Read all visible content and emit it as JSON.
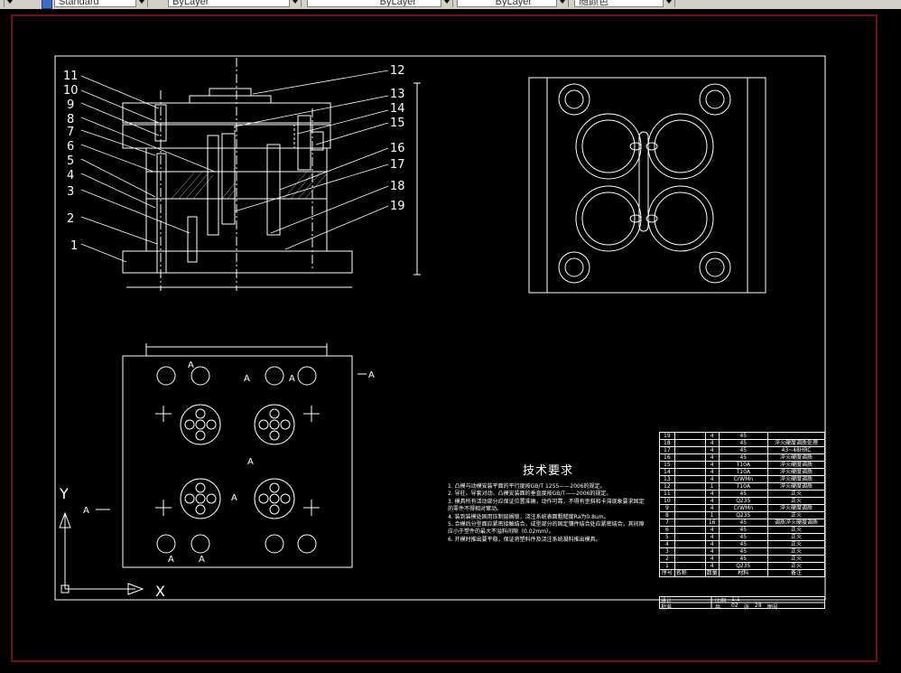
{
  "toolbar": {
    "style_value": "Standard",
    "layer_value_1": "ByLayer",
    "layer_value_2": "ByLayer",
    "layer_value_3": "ByLayer",
    "color_value": "随颜色"
  },
  "drawing": {
    "callouts_left": [
      "11",
      "10",
      "9",
      "8",
      "7",
      "6",
      "5",
      "4",
      "3",
      "2",
      "1"
    ],
    "callouts_right": [
      "12",
      "13",
      "14",
      "15",
      "16",
      "17",
      "18",
      "19"
    ],
    "section_label": "A",
    "axis_y": "Y",
    "axis_x": "X"
  },
  "tech": {
    "title": "技术要求",
    "items": [
      "1. 凸模与动模安装平面的平行度按GB/T 1255——2006的规定。",
      "2. 导柱、导套对动、凸模安装面的垂直度按GB/T——2006的规定。",
      "3. 模具所有活动部分应保证位置准确，动作可靠，不得有歪斜和卡滞现象要求固定的零件不得相对窜动。",
      "4. 装到装模处固用压制层搁锁，浇注系统表面粗糙度Ra为0.8um。",
      "5. 合模后分型面应紧密接触结合，成型部分的固定镶件结合处应紧密结合，其间隙应小于塑件的最大不溢料间隙（0.02mm）。",
      "6. 开模时推出要平稳，保证将塑料件及浇注系统凝料推出模具。"
    ]
  },
  "bom": {
    "rows": [
      [
        "19",
        "",
        "4",
        "45",
        ""
      ],
      [
        "18",
        "",
        "4",
        "45",
        "淬火硬度调质处理"
      ],
      [
        "17",
        "",
        "4",
        "45",
        "43~48HRC"
      ],
      [
        "16",
        "",
        "4",
        "45",
        "淬火硬度调质"
      ],
      [
        "15",
        "",
        "4",
        "T10A",
        "淬火硬度调质"
      ],
      [
        "14",
        "",
        "4",
        "T10A",
        "淬火硬度调质"
      ],
      [
        "13",
        "",
        "4",
        "CrWMn",
        "淬火硬度调质"
      ],
      [
        "12",
        "",
        "1",
        "T10A",
        "淬火硬度调质"
      ],
      [
        "11",
        "",
        "4",
        "45",
        "正火"
      ],
      [
        "10",
        "",
        "4",
        "Q235",
        "正火"
      ],
      [
        "9",
        "",
        "4",
        "CrWMn",
        "淬火硬度调质"
      ],
      [
        "8",
        "",
        "1",
        "Q235",
        "正火"
      ],
      [
        "7",
        "",
        "16",
        "45",
        "调质淬火硬度调质"
      ],
      [
        "6",
        "",
        "4",
        "45",
        "正火"
      ],
      [
        "5",
        "",
        "4",
        "45",
        "正火"
      ],
      [
        "4",
        "",
        "4",
        "45",
        "正火"
      ],
      [
        "3",
        "",
        "4",
        "45",
        "正火"
      ],
      [
        "2",
        "",
        "4",
        "45",
        "正火"
      ],
      [
        "1",
        "",
        "4",
        "Q235",
        "正火"
      ]
    ],
    "header": [
      "序号",
      "名称",
      "数量",
      "材料",
      "备注"
    ]
  },
  "titleblock": {
    "designer_label": "设计",
    "check_label": "审核",
    "approve_label": "批准",
    "scale_label": "比例",
    "scale_value": "1:1",
    "sheet_label": "共",
    "sheet_value": "02",
    "page_label": "张",
    "page_value": "28",
    "no_label": "图号"
  }
}
